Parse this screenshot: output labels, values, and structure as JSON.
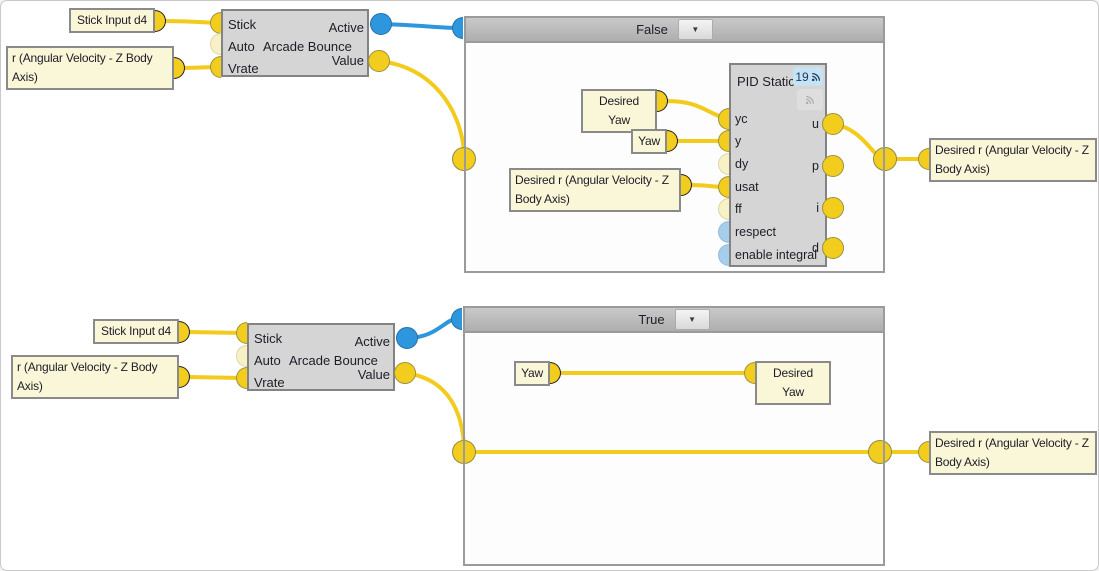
{
  "ui": {
    "dropdown_glyph": "▼"
  },
  "colors": {
    "wire_yellow": "#F2CB1D",
    "wire_blue": "#2E96DC",
    "port_optional_pale": "#F8F1C6",
    "port_boolean_blue": "#A6CDEB",
    "node_fill": "#D5D5D5",
    "signal_box_fill": "#FAF6D8",
    "container_header_fill": "#B5B5B5",
    "badge_fill": "#C5E3F5"
  },
  "signals": {
    "stick_input": "Stick Input d4",
    "r_body_axis": "r (Angular Velocity - Z Body Axis)",
    "desired_yaw": "Desired Yaw",
    "yaw": "Yaw",
    "desired_r_body_axis": "Desired r (Angular Velocity - Z Body Axis)"
  },
  "nodes": {
    "arcade_bounce": {
      "title": "Arcade Bounce",
      "inputs": [
        "Stick",
        "Auto",
        "Vrate"
      ],
      "outputs": [
        "Active",
        "Value"
      ]
    },
    "pid_static": {
      "title": "PID Static",
      "badge_count": "19",
      "inputs": [
        "yc",
        "y",
        "dy",
        "usat",
        "ff",
        "respect",
        "enable integral"
      ],
      "outputs": [
        "u",
        "p",
        "i",
        "d"
      ]
    }
  },
  "containers": {
    "false_branch": {
      "header": "False"
    },
    "true_branch": {
      "header": "True"
    }
  },
  "connections": [
    {
      "from": "Stick Input d4",
      "to": "Arcade Bounce 1 / Stick",
      "color": "yellow"
    },
    {
      "from": "r (Angular Velocity - Z Body Axis)",
      "to": "Arcade Bounce 1 / Vrate",
      "color": "yellow"
    },
    {
      "from": "Arcade Bounce 1 / Active",
      "to": "False branch / enable",
      "color": "blue"
    },
    {
      "from": "Arcade Bounce 1 / Value",
      "to": "False branch boundary (left)",
      "color": "yellow"
    },
    {
      "from": "Desired Yaw",
      "to": "PID Static / yc",
      "color": "yellow"
    },
    {
      "from": "Yaw",
      "to": "PID Static / y",
      "color": "yellow"
    },
    {
      "from": "Desired r (Angular Velocity - Z Body Axis)",
      "to": "PID Static / usat",
      "color": "yellow"
    },
    {
      "from": "PID Static / u",
      "to": "Desired r (Angular Velocity - Z Body Axis) output",
      "color": "yellow"
    },
    {
      "from": "Stick Input d4",
      "to": "Arcade Bounce 2 / Stick",
      "color": "yellow"
    },
    {
      "from": "r (Angular Velocity - Z Body Axis)",
      "to": "Arcade Bounce 2 / Vrate",
      "color": "yellow"
    },
    {
      "from": "Arcade Bounce 2 / Active",
      "to": "True branch / enable",
      "color": "blue"
    },
    {
      "from": "Yaw",
      "to": "Desired Yaw",
      "color": "yellow"
    },
    {
      "from": "Arcade Bounce 2 / Value",
      "to": "Desired r (Angular Velocity - Z Body Axis) output",
      "color": "yellow"
    }
  ]
}
